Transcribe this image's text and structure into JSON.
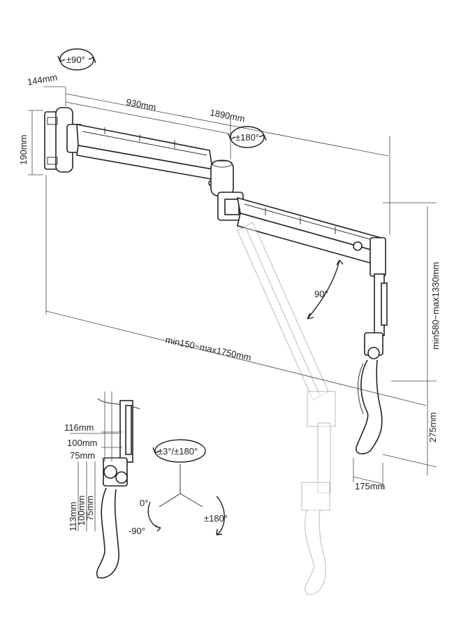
{
  "rotation": {
    "wall_tilt": "±90°",
    "elbow": "±180°",
    "arm_angle": "90°",
    "head": "±3°/±180°",
    "head_right": "±180°",
    "head_zero": "0°",
    "head_minus": "-90°"
  },
  "dimensions": {
    "plate_depth": "144mm",
    "plate_height": "190mm",
    "arm_first": "930mm",
    "arm_total": "1890mm",
    "reach": "min150~max1750mm",
    "height_range": "min580~max1330mm",
    "drop": "275mm",
    "offset": "175mm"
  },
  "detail_dimensions": {
    "d116": "116mm",
    "d100": "100mm",
    "d75": "75mm",
    "v113": "113mm",
    "v100": "100mm",
    "v75": "75mm"
  }
}
